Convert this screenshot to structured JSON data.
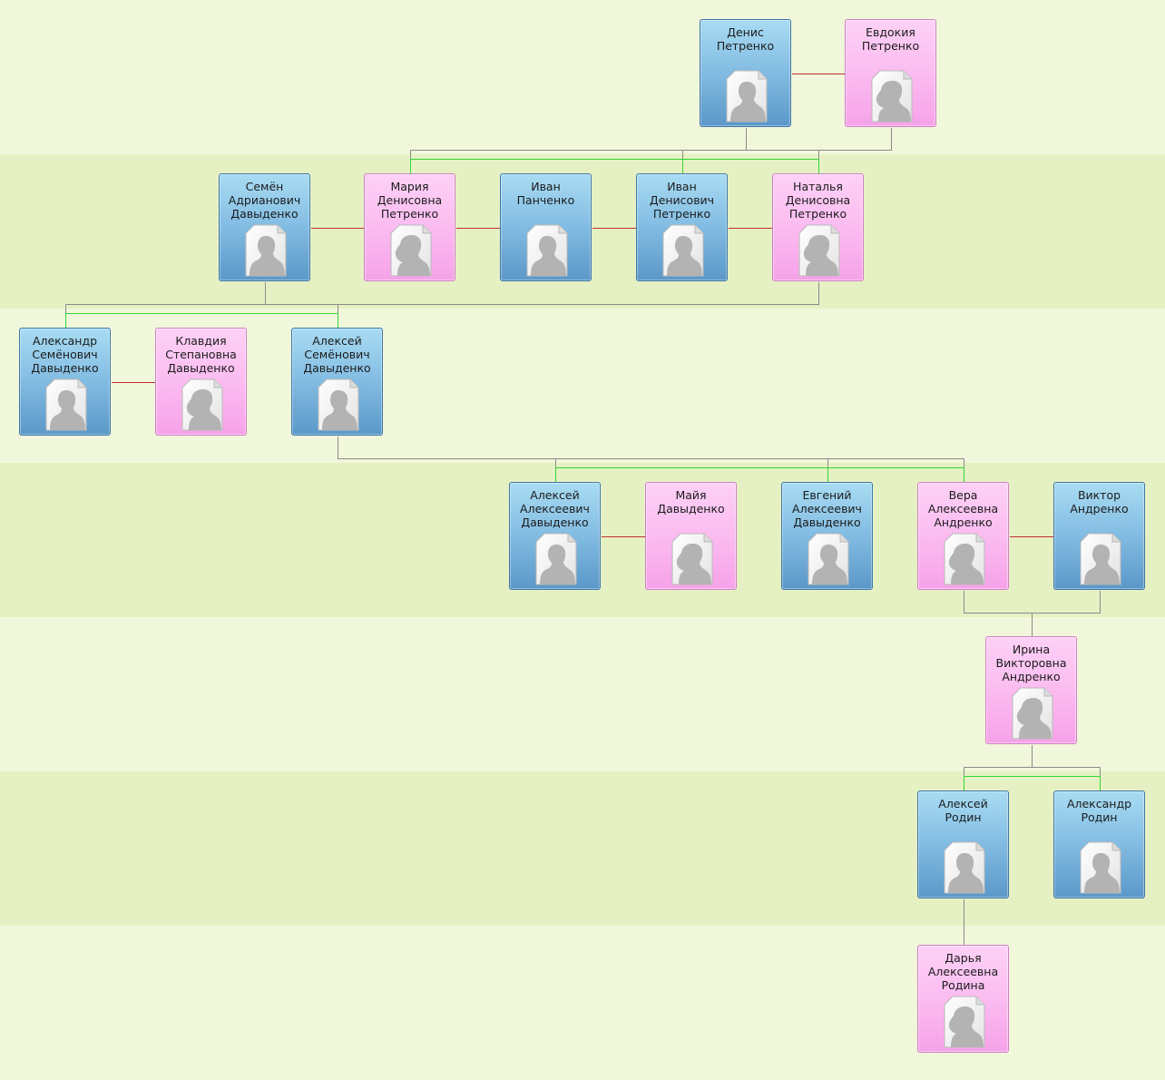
{
  "people": {
    "denis": "Денис\nПетренко",
    "evdokia": "Евдокия\nПетренко",
    "semyon": "Семён\nАдрианович\nДавыденко",
    "maria": "Мария\nДенисовна\nПетренко",
    "ivan_panchenko": "Иван\nПанченко",
    "ivan_petrenko": "Иван\nДенисович\nПетренко",
    "natalia": "Наталья\nДенисовна\nПетренко",
    "aleksandr_davydenko": "Александр\nСемёнович\nДавыденко",
    "klavdia": "Клавдия\nСтепановна\nДавыденко",
    "aleksey_semyonovich": "Алексей\nСемёнович\nДавыденко",
    "aleksey_alekseevich": "Алексей\nАлексеевич\nДавыденко",
    "maya": "Майя\nДавыденко",
    "evgeniy": "Евгений\nАлексеевич\nДавыденко",
    "vera": "Вера\nАлексеевна\nАндренко",
    "viktor": "Виктор\nАндренко",
    "irina": "Ирина\nВикторовна\nАндренко",
    "aleksey_rodin": "Алексей\nРодин",
    "aleksandr_rodin": "Александр\nРодин",
    "darya": "Дарья\nАлексеевна\nРодина"
  },
  "colors": {
    "male": "#86bfe4",
    "female": "#fbbcf0",
    "spouse_line": "#c03030",
    "child_line": "#33d633",
    "parent_line": "#8a8a8a"
  }
}
